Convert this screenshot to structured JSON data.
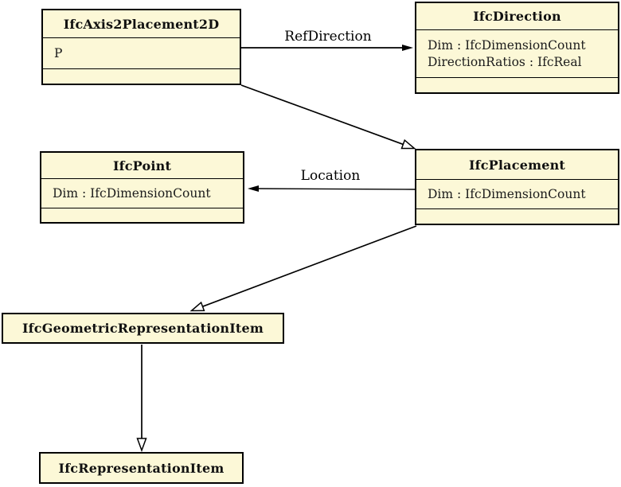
{
  "diagram": {
    "type": "uml-class-diagram",
    "background_color": "#ffffff",
    "class_fill_color": "#fcf8d7",
    "line_color": "#000000",
    "classes": [
      {
        "title": "IfcAxis2Placement2D",
        "attributes": [
          "P"
        ]
      },
      {
        "title": "IfcDirection",
        "attributes": [
          "Dim : IfcDimensionCount",
          "DirectionRatios : IfcReal"
        ]
      },
      {
        "title": "IfcPoint",
        "attributes": [
          "Dim : IfcDimensionCount"
        ]
      },
      {
        "title": "IfcPlacement",
        "attributes": [
          "Dim : IfcDimensionCount"
        ]
      },
      {
        "title": "IfcGeometricRepresentationItem",
        "attributes": []
      },
      {
        "title": "IfcRepresentationItem",
        "attributes": []
      }
    ],
    "associations": [
      {
        "label": "RefDirection",
        "from": "IfcAxis2Placement2D",
        "to": "IfcDirection"
      },
      {
        "label": "Location",
        "from": "IfcPlacement",
        "to": "IfcPoint"
      }
    ],
    "generalizations": [
      {
        "from": "IfcAxis2Placement2D",
        "to": "IfcPlacement"
      },
      {
        "from": "IfcPlacement",
        "to": "IfcGeometricRepresentationItem"
      },
      {
        "from": "IfcGeometricRepresentationItem",
        "to": "IfcRepresentationItem"
      }
    ]
  }
}
